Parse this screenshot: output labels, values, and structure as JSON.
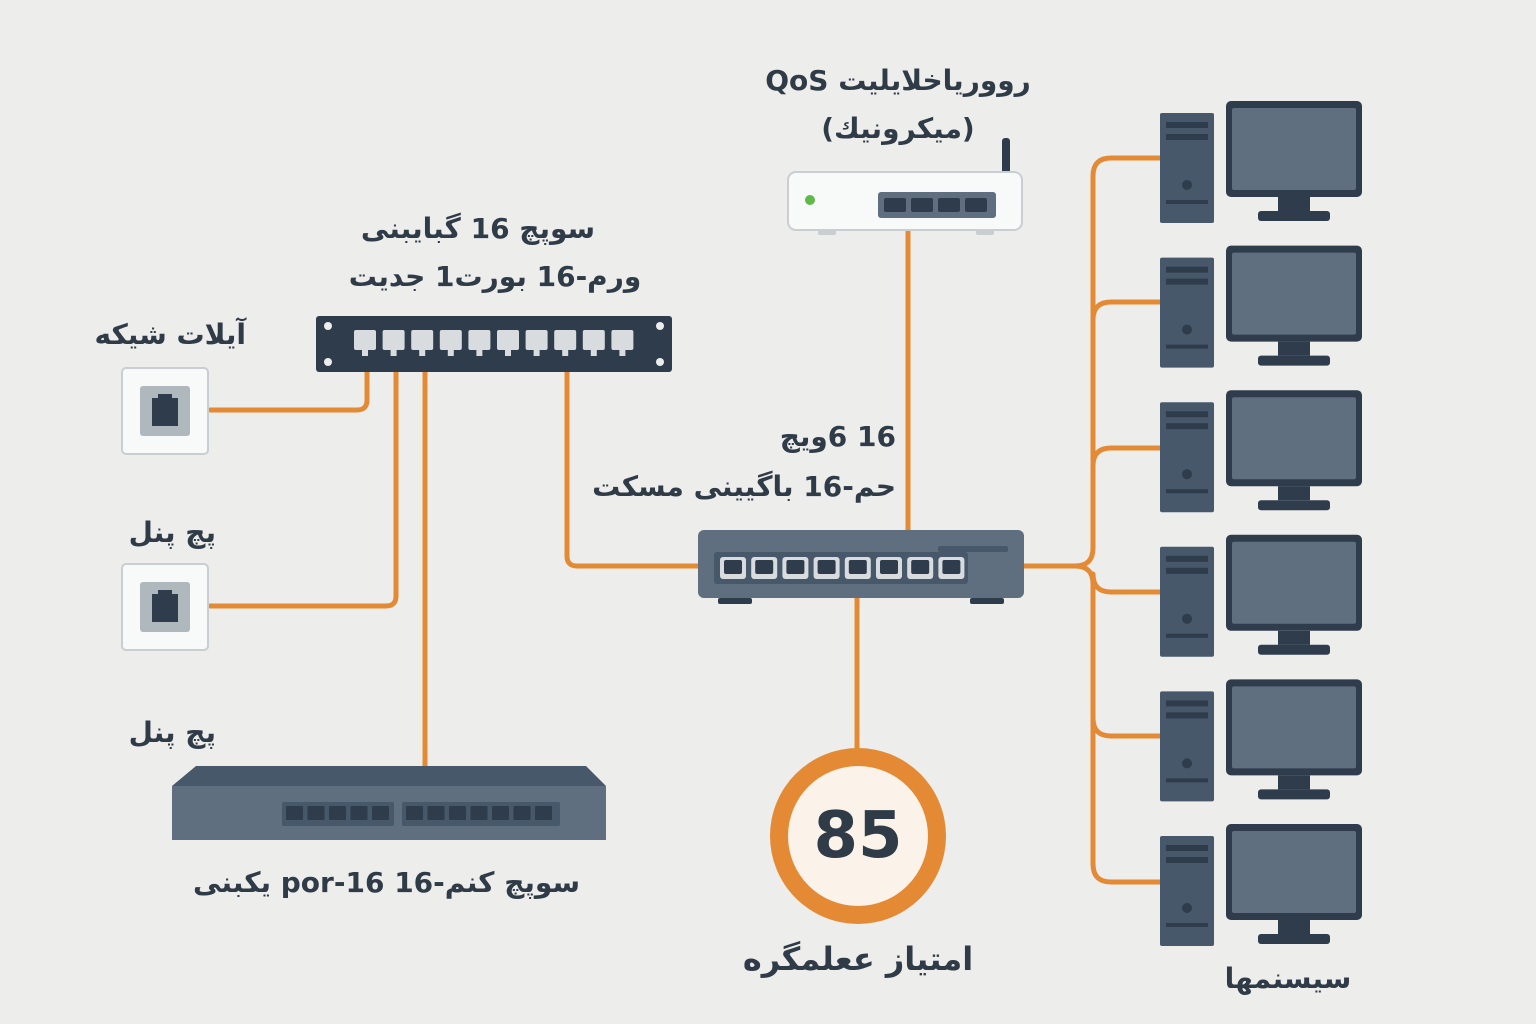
{
  "labels": {
    "router_line1": "روورياخلايليت QoS",
    "router_line2": "(ميكرونيك)",
    "gig_switch_line1": "سوپچ 16 گبايبنى",
    "gig_switch_line2": "ورم-16  بورت1 جديت",
    "wall_outlet": "آيلات شيكه",
    "patch_panel_1": "پچ پنل",
    "patch_panel_2": "پچ پنل",
    "core_switch_line1": "16 6ويچ",
    "core_switch_line2": "حم-16 باگيينى مسكت",
    "bottom_switch": "سوپچ كنم-16 16-por يكبنى",
    "score_caption": "امتياز ععلمگره",
    "systems": "سيسنمها"
  },
  "score": {
    "value": "85"
  },
  "colors": {
    "cable": "#e58a34",
    "device_dark": "#2e3c4c",
    "device_mid": "#5f6f7f",
    "port_light": "#d8dcdf",
    "background": "#ededec"
  },
  "icons": [
    "router-icon",
    "rack-switch-icon",
    "wall-outlet-icon",
    "core-switch-icon",
    "desktop-tower-icon",
    "monitor-icon",
    "score-badge-icon"
  ],
  "workstation_count": 6
}
